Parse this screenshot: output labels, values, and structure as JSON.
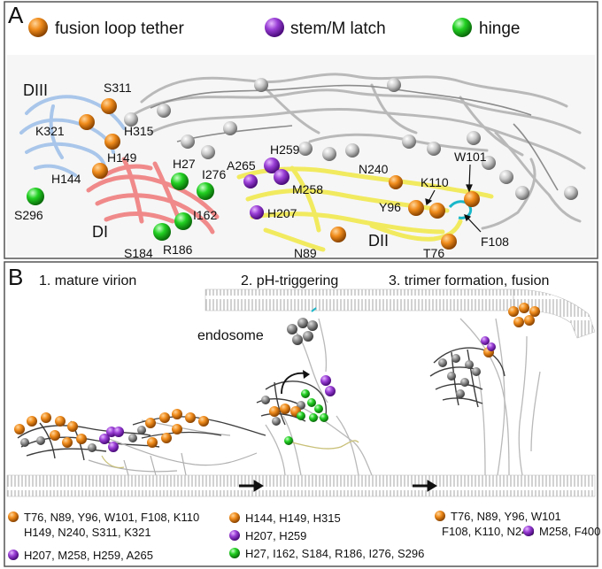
{
  "panel_a": {
    "letter": "A",
    "legend": [
      {
        "label": "fusion loop tether",
        "color": "#e07d0a"
      },
      {
        "label": "stem/M latch",
        "color": "#8a2fc9"
      },
      {
        "label": "hinge",
        "color": "#1fc81f"
      }
    ],
    "domains": {
      "d3": "DIII",
      "d1": "DI",
      "d2": "DII"
    },
    "residues": {
      "s311": "S311",
      "k321": "K321",
      "h315": "H315",
      "h149": "H149",
      "h144": "H144",
      "h27": "H27",
      "i276": "I276",
      "s296": "S296",
      "i162": "I162",
      "r186": "R186",
      "s184": "S184",
      "a265": "A265",
      "h259": "H259",
      "m258": "M258",
      "h207": "H207",
      "n240": "N240",
      "k110": "K110",
      "w101": "W101",
      "y96": "Y96",
      "f108": "F108",
      "n89": "N89",
      "t76": "T76"
    },
    "colors": {
      "domain1": "#f08a8a",
      "domain2": "#f5f07a",
      "domain3": "#a9c6ea",
      "other": "#d6d6d6",
      "loop": "#19b7c9"
    }
  },
  "panel_b": {
    "letter": "B",
    "steps": [
      "1. mature virion",
      "2. pH-triggering",
      "3. trimer formation, fusion"
    ],
    "endosome": "endosome",
    "keys": {
      "k1_orange": "T76, N89, Y96, W101, F108, K110",
      "k1_orange2": "H149, N240, S311, K321",
      "k1_purple": "H207, M258, H259, A265",
      "k2_orange": "H144, H149, H315",
      "k2_purple": "H207, H259",
      "k2_green": "H27, I162, S184, R186, I276, S296",
      "k3_orange": "T76, N89, Y96, W101",
      "k3_orange2": "F108, K110, N240",
      "k3_purple": "M258, F400"
    }
  }
}
